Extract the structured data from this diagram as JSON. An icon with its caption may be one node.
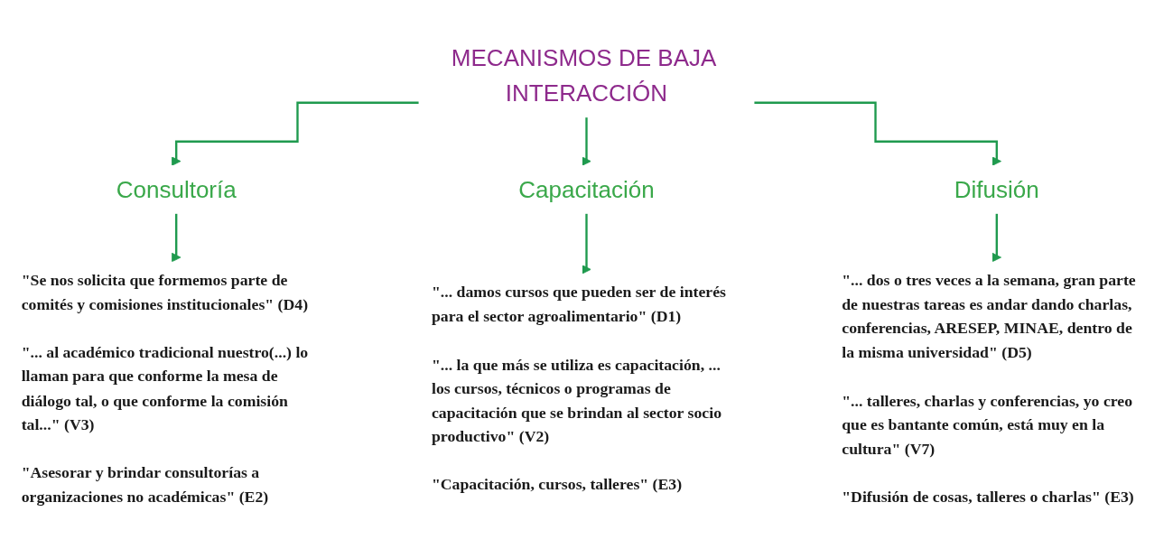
{
  "diagram": {
    "nodes": [
      {
        "text": [
          "MECANISMOS DE BAJA INTERACCIÓN"
        ]
      },
      {
        "text": [
          "Consultoría"
        ]
      },
      {
        "text": [
          "Capacitación"
        ]
      },
      {
        "text": [
          "Difusión"
        ]
      },
      {
        "text": [
          "\"Se nos solicita que formemos parte de comités y comisiones institucionales\" (D4)",
          "\"... al académico tradicional nuestro(...) lo llaman para que conforme la mesa de diálogo tal, o que conforme la comisión tal...\" (V3)",
          "\"Asesorar y brindar consultorías a organizaciones no académicas\" (E2)"
        ]
      },
      {
        "text": [
          "\"... damos cursos que pueden ser de interés para el sector agroalimentario\" (D1)",
          "\"... la que más se utiliza es capacitación, ... los cursos, técnicos o programas de capacitación que se brindan al sector socio productivo\" (V2)",
          "\"Capacitación, cursos, talleres\" (E3)"
        ]
      },
      {
        "text": [
          "\"... dos o tres veces a la semana, gran parte de nuestras tareas es andar dando charlas, conferencias, ARESEP, MINAE, dentro de la misma universidad\" (D5)",
          "\"... talleres, charlas y conferencias, yo creo que es bantante común, está muy en la cultura\" (V7)",
          "\"Difusión de cosas, talleres o charlas\" (E3)"
        ]
      }
    ],
    "edges": [
      {
        "from": 0,
        "to": 1,
        "arrow": "to"
      },
      {
        "from": 0,
        "to": 2,
        "arrow": "to"
      },
      {
        "from": 0,
        "to": 3,
        "arrow": "to"
      },
      {
        "from": 1,
        "to": 4,
        "arrow": "to"
      },
      {
        "from": 2,
        "to": 5,
        "arrow": "to"
      },
      {
        "from": 3,
        "to": 6,
        "arrow": "to"
      }
    ]
  }
}
